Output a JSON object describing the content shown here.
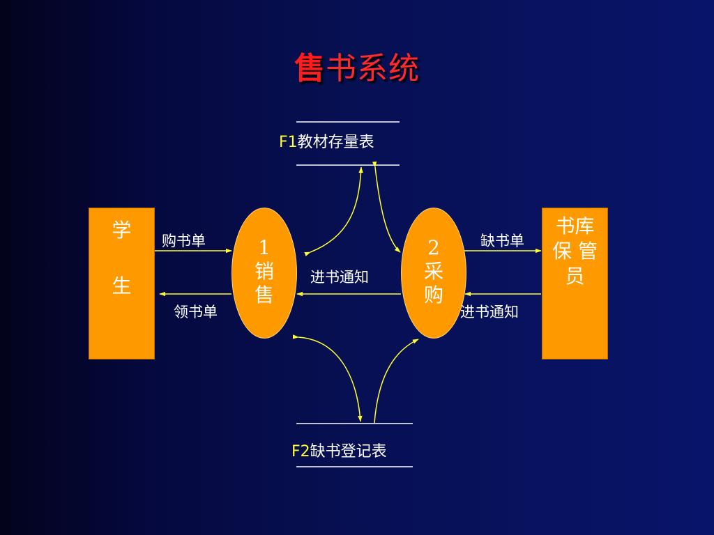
{
  "title": {
    "first": "售",
    "rest": "书系统"
  },
  "stores": {
    "f1": {
      "code": "F1",
      "name": "教材存量表"
    },
    "f2": {
      "code": "F2",
      "name": "缺书登记表"
    }
  },
  "entities": {
    "student": {
      "line1": "学",
      "line2": "生"
    },
    "librarian": {
      "line1": "书库",
      "line2": "保 管",
      "line3": "员"
    }
  },
  "processes": {
    "p1": {
      "number": "1",
      "line1": "销",
      "line2": "售"
    },
    "p2": {
      "number": "2",
      "line1": "采",
      "line2": "购"
    }
  },
  "flows": {
    "order": "购书单",
    "receipt": "领书单",
    "notice_center": "进书通知",
    "shortage": "缺书单",
    "notice_right": "进书通知"
  },
  "colors": {
    "box_fill": "#ff9900",
    "arrow": "#ffff33",
    "title": "#ff2a2a",
    "store_code": "#ffff33"
  }
}
